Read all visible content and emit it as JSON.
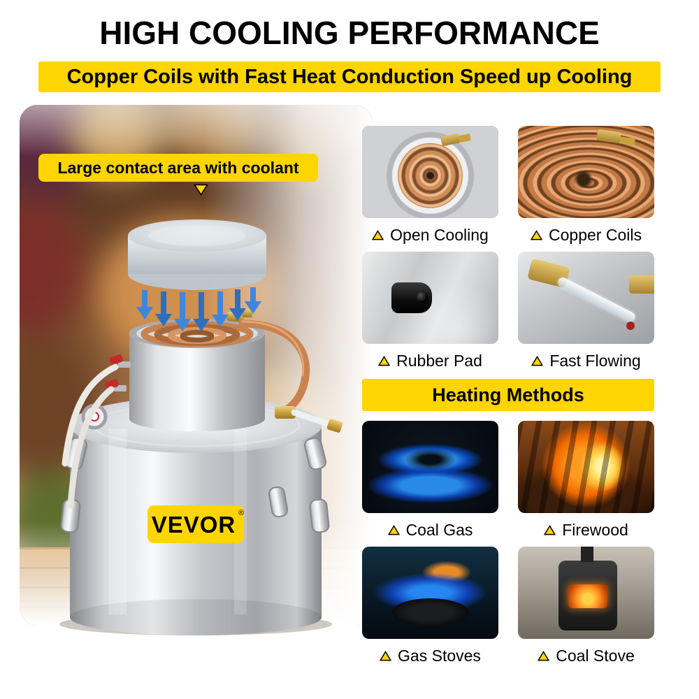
{
  "header": {
    "title": "HIGH COOLING PERFORMANCE",
    "subtitle": "Copper Coils with Fast Heat Conduction Speed up Cooling"
  },
  "callout": {
    "text": "Large contact area with coolant"
  },
  "brand": {
    "name": "VEVOR",
    "registered": "®"
  },
  "features": [
    {
      "label": "Open Cooling"
    },
    {
      "label": "Copper Coils"
    },
    {
      "label": "Rubber Pad"
    },
    {
      "label": "Fast Flowing"
    }
  ],
  "heating": {
    "title": "Heating Methods",
    "items": [
      {
        "label": "Coal Gas"
      },
      {
        "label": "Firewood"
      },
      {
        "label": "Gas Stoves"
      },
      {
        "label": "Coal Stove"
      }
    ]
  },
  "colors": {
    "accent_yellow": "#FFD500",
    "text_black": "#000000",
    "flame_blue": "#2E9BFF",
    "copper": "#C98350"
  }
}
